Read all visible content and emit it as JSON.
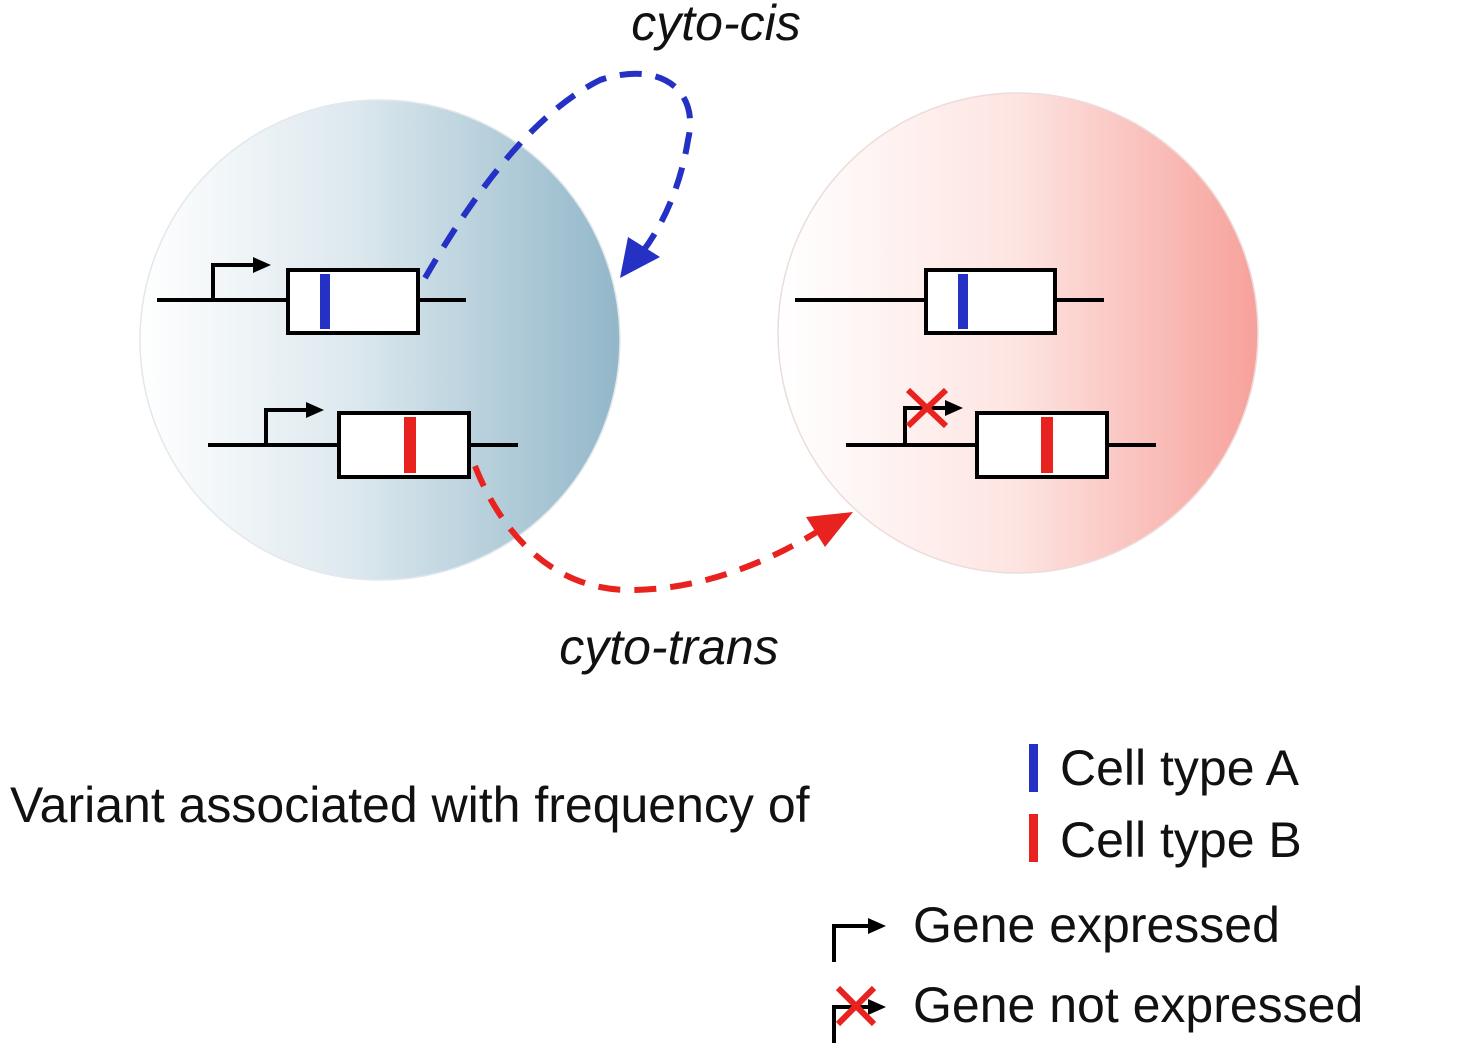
{
  "labels": {
    "cyto_cis": "cyto-cis",
    "cyto_trans": "cyto-trans"
  },
  "legend": {
    "variant_text": "Variant associated with frequency of",
    "cell_type_a": "Cell type A",
    "cell_type_b": "Cell type B",
    "gene_expressed": "Gene expressed",
    "gene_not_expressed": "Gene not expressed"
  },
  "colors": {
    "cell_type_a": "#2431c4",
    "cell_type_b": "#e8231f",
    "left_cell_edge": "#9ebfcf",
    "right_cell_edge": "#f7a8a2",
    "outline": "#000000"
  }
}
